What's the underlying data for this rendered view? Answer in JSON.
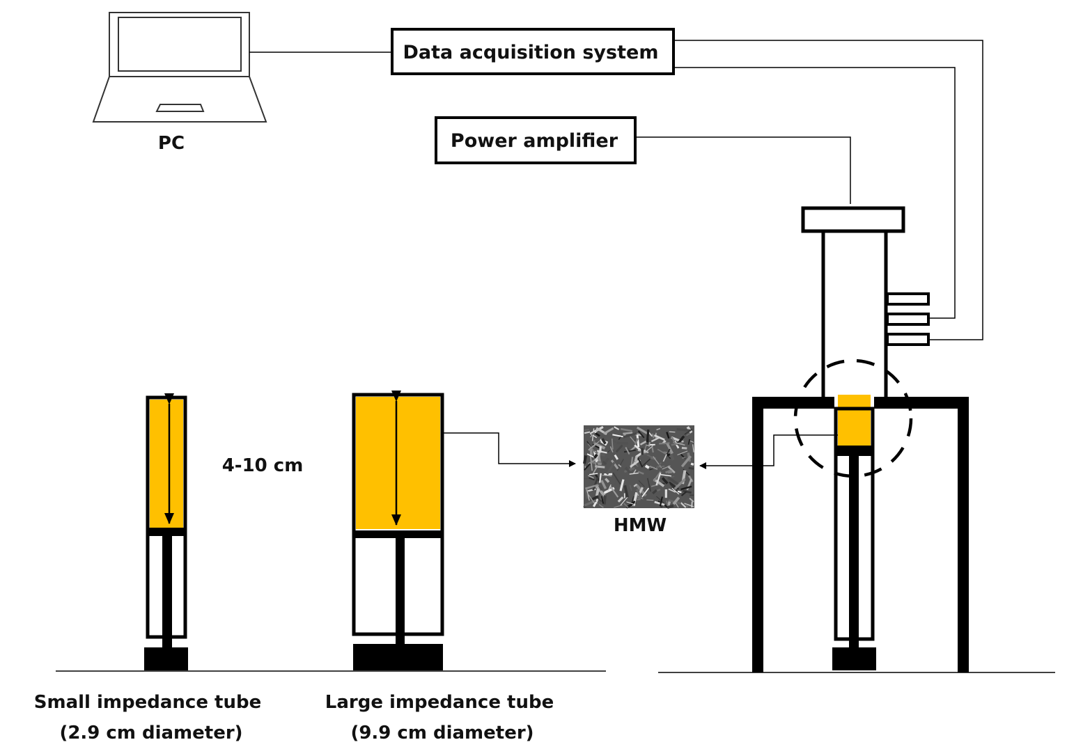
{
  "labels": {
    "pc": "PC",
    "daq": "Data acquisition system",
    "amplifier": "Power amplifier",
    "thickness": "4-10 cm",
    "sample": "HMW",
    "small_tube": "Small impedance tube",
    "small_tube_diameter": "(2.9 cm diameter)",
    "large_tube": "Large impedance tube",
    "large_tube_diameter": "(9.9 cm diameter)"
  },
  "colors": {
    "sample_fill": "#FFC000",
    "line": "#000000"
  }
}
